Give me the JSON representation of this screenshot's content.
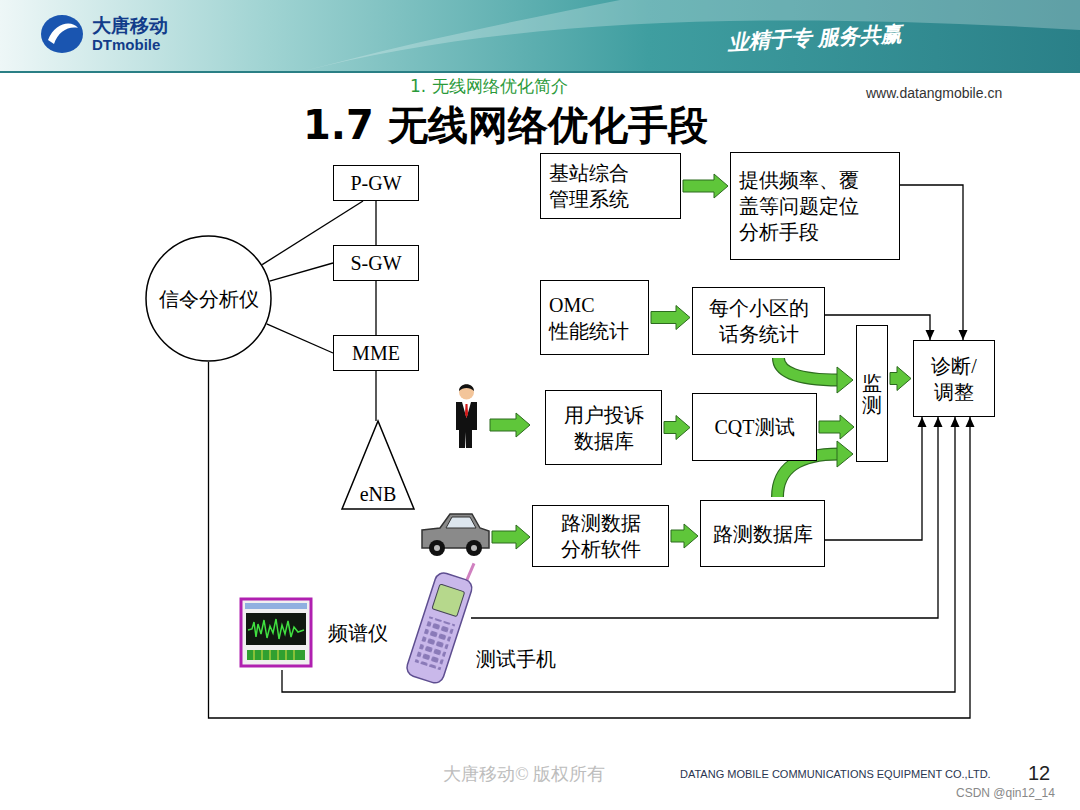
{
  "diagram": {
    "title": "1.7 无线网络优化手段",
    "nodes": [
      {
        "text": [
          "P-GW"
        ]
      },
      {
        "text": [
          "S-GW"
        ]
      },
      {
        "text": [
          "MME"
        ]
      },
      {
        "text": [
          "eNB"
        ]
      },
      {
        "text": [
          "信令分析仪"
        ]
      },
      {
        "text": [
          "基站综合 管理系统"
        ]
      },
      {
        "text": [
          "提供频率、覆 盖等问题定位 分析手段"
        ]
      },
      {
        "text": [
          "OMC 性能统计"
        ]
      },
      {
        "text": [
          "每个小区的 话务统计"
        ]
      },
      {
        "text": [
          "用户投诉 数据库"
        ]
      },
      {
        "text": [
          "CQT测试"
        ]
      },
      {
        "text": [
          "监测"
        ]
      },
      {
        "text": [
          "诊断/ 调整"
        ]
      },
      {
        "text": [
          "路测数据 分析软件"
        ]
      },
      {
        "text": [
          "路测数据库"
        ]
      },
      {
        "text": [
          "频谱仪"
        ]
      },
      {
        "text": [
          "测试手机"
        ]
      }
    ],
    "edges": [
      {
        "from": 0,
        "to": 1,
        "arrow": "none"
      },
      {
        "from": 1,
        "to": 2,
        "arrow": "none"
      },
      {
        "from": 2,
        "to": 3,
        "arrow": "none"
      },
      {
        "from": 4,
        "to": 0,
        "arrow": "none"
      },
      {
        "from": 4,
        "to": 1,
        "arrow": "none"
      },
      {
        "from": 4,
        "to": 2,
        "arrow": "none"
      },
      {
        "from": 5,
        "to": 6,
        "arrow": "to"
      },
      {
        "from": 6,
        "to": 12,
        "arrow": "to"
      },
      {
        "from": 7,
        "to": 8,
        "arrow": "to"
      },
      {
        "from": 8,
        "to": 12,
        "arrow": "to"
      },
      {
        "from": 8,
        "to": 11,
        "arrow": "to"
      },
      {
        "from": 9,
        "to": 10,
        "arrow": "to"
      },
      {
        "from": 10,
        "to": 11,
        "arrow": "to"
      },
      {
        "from": 13,
        "to": 14,
        "arrow": "to"
      },
      {
        "from": 14,
        "to": 11,
        "arrow": "to"
      },
      {
        "from": 14,
        "to": 12,
        "arrow": "to"
      },
      {
        "from": 11,
        "to": 12,
        "arrow": "to"
      },
      {
        "from": 16,
        "to": 12,
        "arrow": "to"
      },
      {
        "from": 15,
        "to": 12,
        "arrow": "to"
      },
      {
        "from": 4,
        "to": 12,
        "arrow": "to"
      }
    ],
    "labels": [
      "大唐移动",
      "DTmobile",
      "业精于专 服务共赢",
      "1. 无线网络优化简介",
      "www.datangmobile.cn",
      "大唐移动© 版权所有",
      "DATANG MOBILE COMMUNICATIONS EQUIPMENT CO.,LTD.",
      "12",
      "CSDN @qin12_14"
    ]
  }
}
